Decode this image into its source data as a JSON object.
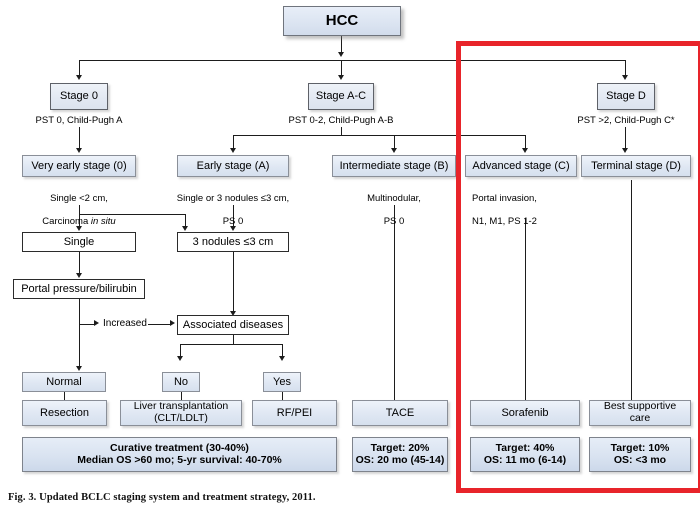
{
  "figure": {
    "caption": "Fig. 3. Updated BCLC staging system and treatment strategy, 2011.",
    "highlight_color": "#e8242a"
  },
  "root": {
    "label": "HCC"
  },
  "stages": [
    {
      "label": "Stage 0",
      "criteria": "PST 0, Child-Pugh A"
    },
    {
      "label": "Stage A-C",
      "criteria": "PST 0-2, Child-Pugh A-B"
    },
    {
      "label": "Stage D",
      "criteria": "PST >2, Child-Pugh C*"
    }
  ],
  "substages": [
    {
      "label": "Very early stage (0)",
      "line1": "Single <2 cm,",
      "line2": "Carcinoma in situ"
    },
    {
      "label": "Early stage (A)",
      "line1": "Single or 3 nodules ≤3 cm,",
      "line2": "PS 0"
    },
    {
      "label": "Intermediate stage (B)",
      "line1": "Multinodular,",
      "line2": "PS 0"
    },
    {
      "label": "Advanced stage (C)",
      "line1": "Portal invasion,",
      "line2": "N1, M1, PS 1-2"
    },
    {
      "label": "Terminal stage (D)",
      "line1": "",
      "line2": ""
    }
  ],
  "decisions": {
    "single": "Single",
    "three_nodules": "3 nodules ≤3 cm",
    "portal_pressure": "Portal pressure/bilirubin",
    "increased": "Increased",
    "associated_diseases": "Associated diseases",
    "normal": "Normal",
    "no": "No",
    "yes": "Yes"
  },
  "treatments": [
    {
      "label": "Resection"
    },
    {
      "label": "Liver transplantation\n(CLT/LDLT)"
    },
    {
      "label": "RF/PEI"
    },
    {
      "label": "TACE"
    },
    {
      "label": "Sorafenib"
    },
    {
      "label": "Best supportive\ncare"
    }
  ],
  "outcomes": [
    {
      "label": "Curative treatment (30-40%)\nMedian OS >60 mo; 5-yr survival: 40-70%"
    },
    {
      "label": "Target: 20%\nOS: 20 mo (45-14)"
    },
    {
      "label": "Target: 40%\nOS: 11 mo (6-14)"
    },
    {
      "label": "Target: 10%\nOS: <3 mo"
    }
  ]
}
